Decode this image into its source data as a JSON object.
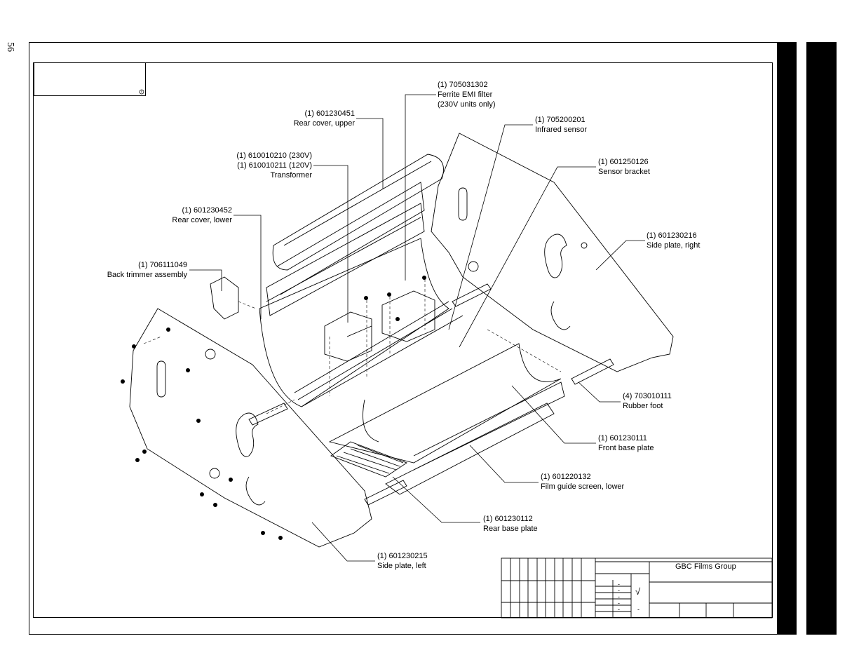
{
  "page_number": "56",
  "company": "GBC Films Group",
  "check_mark": "√",
  "rev_dashes": [
    "-",
    "-",
    "-",
    "-",
    "-"
  ],
  "rev_dash_extra": "-",
  "callouts": [
    {
      "id": "ferrite",
      "lines": [
        "(1) 705031302",
        "Ferrite EMI filter",
        "(230V units only)"
      ]
    },
    {
      "id": "rear-upper",
      "lines": [
        "(1) 601230451",
        "Rear cover, upper"
      ]
    },
    {
      "id": "infrared",
      "lines": [
        "(1) 705200201",
        "Infrared sensor"
      ]
    },
    {
      "id": "sensor-bracket",
      "lines": [
        "(1) 601250126",
        "Sensor bracket"
      ]
    },
    {
      "id": "transformer",
      "lines": [
        "(1) 610010210 (230V)",
        "(1) 610010211 (120V)",
        "Transformer"
      ]
    },
    {
      "id": "rear-lower",
      "lines": [
        "(1) 601230452",
        "Rear cover, lower"
      ]
    },
    {
      "id": "side-right",
      "lines": [
        "(1) 601230216",
        "Side plate, right"
      ]
    },
    {
      "id": "back-trimmer",
      "lines": [
        "(1) 706111049",
        "Back trimmer assembly"
      ]
    },
    {
      "id": "rubber-foot",
      "lines": [
        "(4)  703010111",
        "Rubber foot"
      ]
    },
    {
      "id": "front-base",
      "lines": [
        "(1) 601230111",
        "Front base plate"
      ]
    },
    {
      "id": "film-guide",
      "lines": [
        "(1) 601220132",
        "Film guide screen, lower"
      ]
    },
    {
      "id": "rear-base",
      "lines": [
        "(1) 601230112",
        "Rear base plate"
      ]
    },
    {
      "id": "side-left",
      "lines": [
        "(1) 601230215",
        "Side plate, left"
      ]
    }
  ]
}
